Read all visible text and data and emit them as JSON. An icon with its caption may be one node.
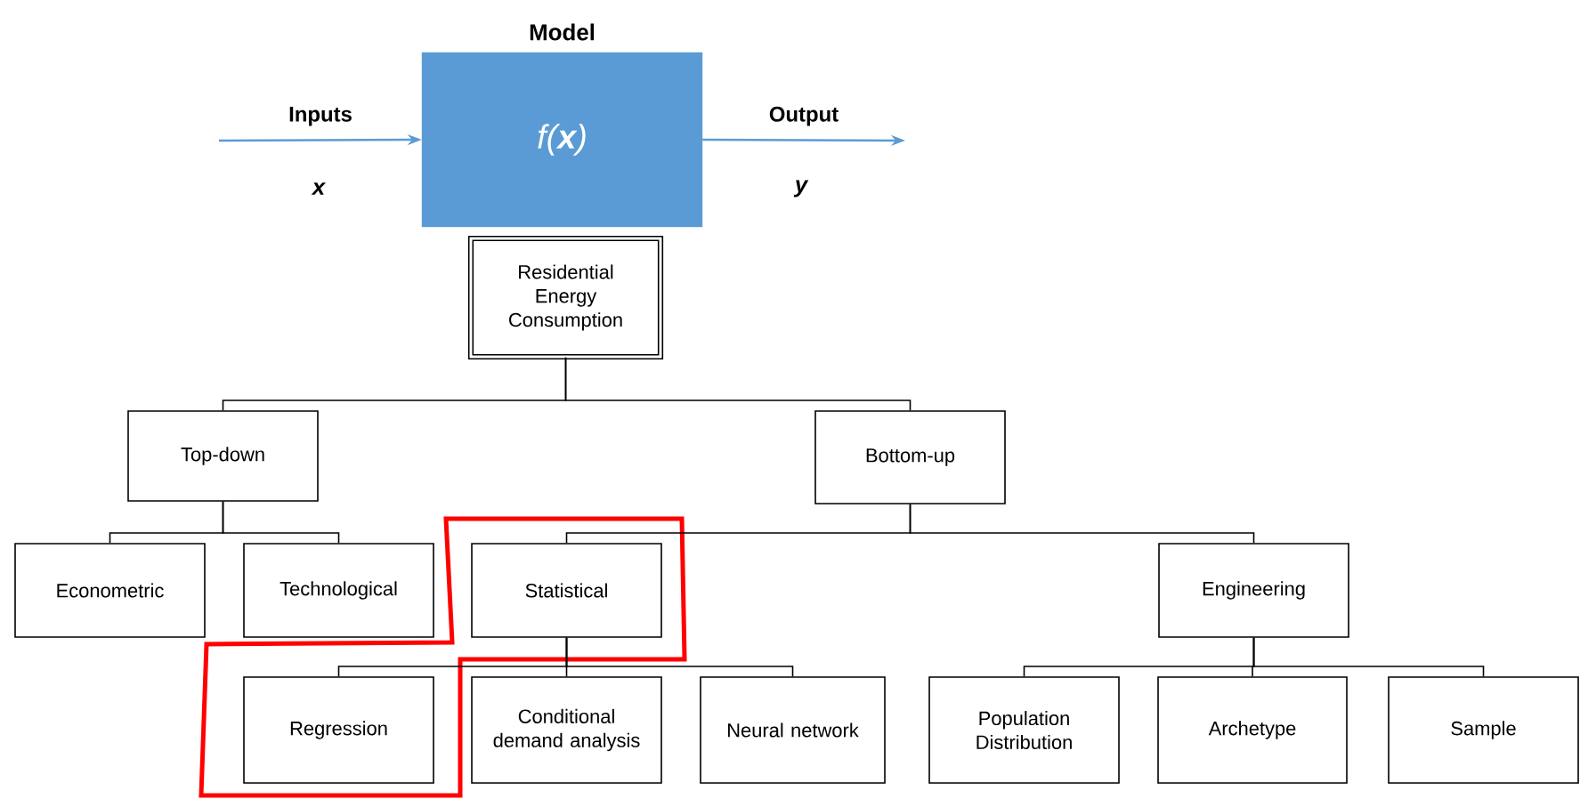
{
  "diagram": {
    "nodes": [
      {
        "text": [
          "Model",
          "f(**x**)"
        ]
      },
      {
        "text": [
          "Residential Energy Consumption"
        ]
      },
      {
        "text": [
          "Top-down"
        ]
      },
      {
        "text": [
          "Bottom-up"
        ]
      },
      {
        "text": [
          "Econometric"
        ]
      },
      {
        "text": [
          "Technological"
        ]
      },
      {
        "text": [
          "Statistical"
        ]
      },
      {
        "text": [
          "Engineering"
        ]
      },
      {
        "text": [
          "Regression"
        ]
      },
      {
        "text": [
          "Conditional demand analysis"
        ]
      },
      {
        "text": [
          "Neural network"
        ]
      },
      {
        "text": [
          "Population Distribution"
        ]
      },
      {
        "text": [
          "Archetype"
        ]
      },
      {
        "text": [
          "Sample"
        ]
      }
    ],
    "edges": [
      {
        "from": null,
        "to": 0,
        "arrow": "to",
        "label": "Inputs",
        "color": "#5b9bd5"
      },
      {
        "from": 0,
        "to": null,
        "arrow": "to",
        "label": "Output",
        "color": "#5b9bd5"
      },
      {
        "from": 1,
        "to": 2,
        "arrow": "none"
      },
      {
        "from": 1,
        "to": 3,
        "arrow": "none"
      },
      {
        "from": 2,
        "to": 4,
        "arrow": "none"
      },
      {
        "from": 2,
        "to": 5,
        "arrow": "none"
      },
      {
        "from": 3,
        "to": 6,
        "arrow": "none"
      },
      {
        "from": 3,
        "to": 7,
        "arrow": "none"
      },
      {
        "from": 6,
        "to": 8,
        "arrow": "none"
      },
      {
        "from": 6,
        "to": 9,
        "arrow": "none"
      },
      {
        "from": 6,
        "to": 10,
        "arrow": "none"
      },
      {
        "from": 7,
        "to": 11,
        "arrow": "none"
      },
      {
        "from": 7,
        "to": 12,
        "arrow": "none"
      },
      {
        "from": 7,
        "to": 13,
        "arrow": "none"
      }
    ],
    "labels": [
      "x",
      "y"
    ]
  }
}
